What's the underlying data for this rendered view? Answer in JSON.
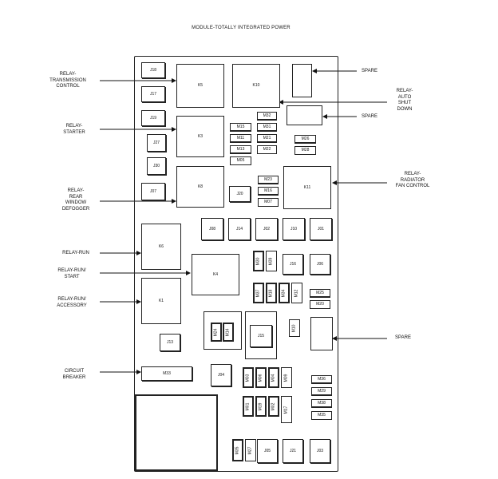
{
  "title": "MODULE-TOTALLY INTEGRATED POWER",
  "labels": {
    "trans": [
      "RELAY-",
      "TRANSMISSION",
      "CONTROL"
    ],
    "starter": [
      "RELAY-",
      "STARTER"
    ],
    "defog": [
      "RELAY-",
      "REAR",
      "WINDOW",
      "DEFOGGER"
    ],
    "run": [
      "RELAY-RUN"
    ],
    "runstart": [
      "RELAY-RUN/",
      "START"
    ],
    "runacc": [
      "RELAY-RUN/",
      "ACCESSORY"
    ],
    "cb": [
      "CIRCUIT",
      "BREAKER"
    ],
    "spare1": [
      "SPARE"
    ],
    "asd": [
      "RELAY-",
      "AUTO",
      "SHUT",
      "DOWN"
    ],
    "spare2": [
      "SPARE"
    ],
    "radfan": [
      "RELAY-",
      "RADIATOR",
      "FAN CONTROL"
    ],
    "spare3": [
      "SPARE"
    ]
  },
  "components": {
    "J18": "J18",
    "J17": "J17",
    "J19": "J19",
    "J27": "J27",
    "J30": "J30",
    "J07": "J07",
    "K5": "K5",
    "K10": "K10",
    "K3": "K3",
    "K8": "K8",
    "K11": "K11",
    "K6": "K6",
    "K4": "K4",
    "K1": "K1",
    "J20": "J20",
    "M15": "M15",
    "M11": "M11",
    "M13": "M13",
    "M05": "M05",
    "M32": "M32",
    "M31": "M31",
    "M21": "M21",
    "M22": "M22",
    "M26": "M26",
    "M28": "M28",
    "M23": "M23",
    "M16": "M16",
    "M07": "M07",
    "J08": "J08",
    "J14": "J14",
    "J02": "J02",
    "J10": "J10",
    "J01": "J01",
    "M30": "M30",
    "M39": "M39",
    "J16": "J16",
    "J06": "J06",
    "M37": "M37",
    "M18": "M18",
    "M34": "M34",
    "M12": "M12",
    "M25": "M25",
    "M20": "M20",
    "M24": "M24",
    "M14": "M14",
    "J15": "J15",
    "M10": "M10",
    "J13": "J13",
    "M33": "M33",
    "J04": "J04",
    "M03": "M03",
    "M06": "M06",
    "M04": "M04",
    "M09": "M09",
    "M36": "M36",
    "M29": "M29",
    "M38": "M38",
    "M01": "M01",
    "M19": "M19",
    "M02": "M02",
    "M17": "M17",
    "M35": "M35",
    "M27": "M27",
    "J05": "J05",
    "J21": "J21",
    "J03": "J03"
  }
}
